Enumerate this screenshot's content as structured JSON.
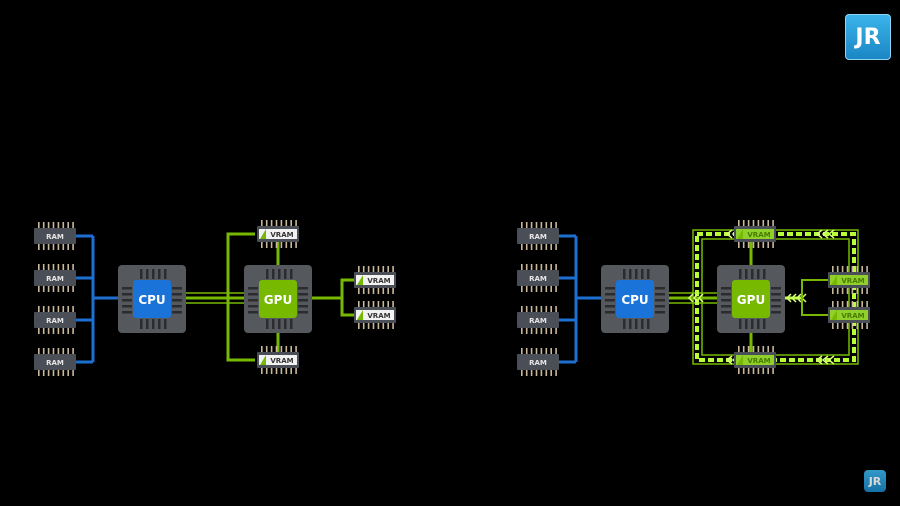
{
  "logo": {
    "text": "JR"
  },
  "labels": {
    "cpu": "CPU",
    "gpu": "GPU",
    "ram": "RAM",
    "vram": "VRAM"
  },
  "colors": {
    "cpu": "#1a73d9",
    "gpu": "#76b900",
    "bus_blue": "#1d6fd1",
    "bus_green": "#76b900",
    "package": "#55585d",
    "chip": "#4a4e56"
  },
  "diagrams": [
    {
      "name": "traditional-memory-layout",
      "ram_count": 4,
      "vram_count": 4,
      "highlighted": false
    },
    {
      "name": "vram-data-flow",
      "ram_count": 4,
      "vram_count": 4,
      "highlighted": true
    }
  ]
}
